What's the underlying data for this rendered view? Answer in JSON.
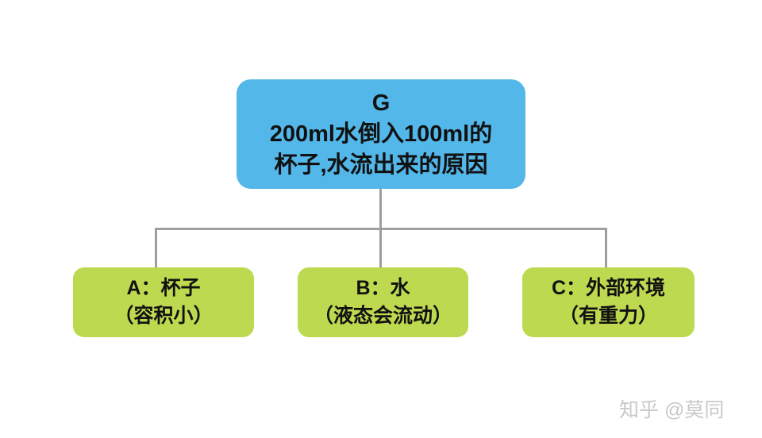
{
  "diagram": {
    "type": "tree",
    "root": {
      "line1": "G",
      "line2": "200ml水倒入100ml的",
      "line3": "杯子,水流出来的原因"
    },
    "children": [
      {
        "label": "A：杯子",
        "note": "（容积小）"
      },
      {
        "label": "B：水",
        "note": "（液态会流动）"
      },
      {
        "label": "C：外部环境",
        "note": "（有重力）"
      }
    ],
    "colors": {
      "root_fill": "#53b7e9",
      "child_fill": "#bdd94f",
      "connector": "#9e9e9e",
      "text": "#111111",
      "watermark": "#c9c9c9",
      "background": "#ffffff"
    }
  },
  "watermark": {
    "text": "知乎 @莫同"
  }
}
